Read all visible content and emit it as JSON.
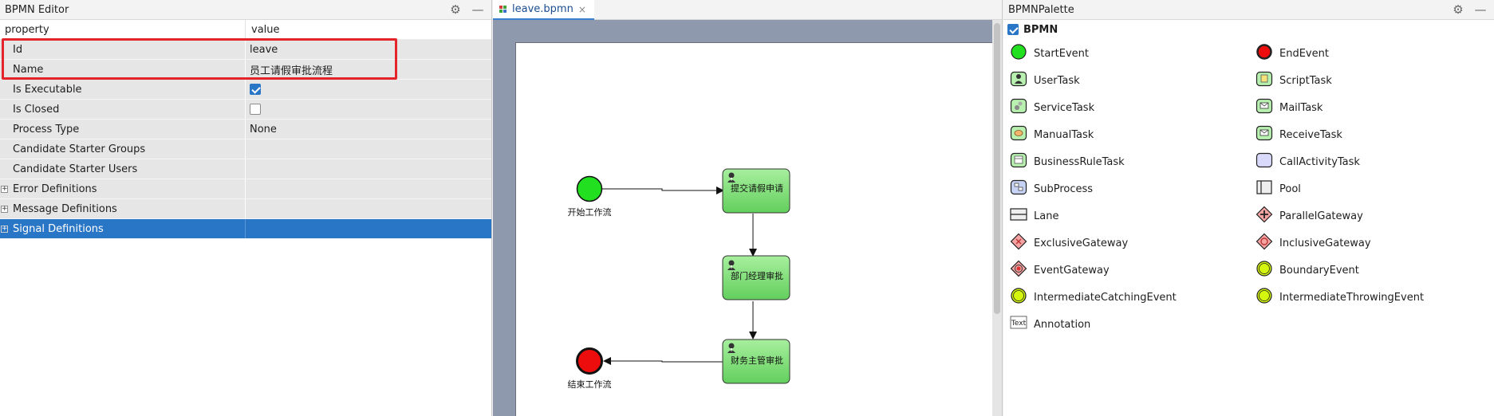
{
  "properties_panel": {
    "title": "BPMN Editor",
    "columns": {
      "property": "property",
      "value": "value"
    },
    "rows": [
      {
        "label": "Id",
        "value": "leave",
        "kind": "text"
      },
      {
        "label": "Name",
        "value": "员工请假审批流程",
        "kind": "text"
      },
      {
        "label": "Is Executable",
        "kind": "checkbox",
        "checked": true
      },
      {
        "label": "Is Closed",
        "kind": "checkbox",
        "checked": false
      },
      {
        "label": "Process Type",
        "value": "None",
        "kind": "text"
      },
      {
        "label": "Candidate Starter Groups",
        "value": "",
        "kind": "text"
      },
      {
        "label": "Candidate Starter Users",
        "value": "",
        "kind": "text"
      },
      {
        "label": "Error Definitions",
        "kind": "group",
        "expander": "+"
      },
      {
        "label": "Message Definitions",
        "kind": "group",
        "expander": "+"
      },
      {
        "label": "Signal Definitions",
        "kind": "group",
        "expander": "+",
        "selected": true
      }
    ]
  },
  "editor": {
    "tab_label": "leave.bpmn",
    "tab_close": "×",
    "diagram": {
      "start_event_label": "开始工作流",
      "end_event_label": "结束工作流",
      "tasks": [
        "提交请假申请",
        "部门经理审批",
        "财务主管审批"
      ]
    }
  },
  "palette": {
    "title": "BPMNPalette",
    "group": "BPMN",
    "left_items": [
      {
        "label": "StartEvent",
        "icon": "start-event-icon"
      },
      {
        "label": "UserTask",
        "icon": "user-task-icon"
      },
      {
        "label": "ServiceTask",
        "icon": "service-task-icon"
      },
      {
        "label": "ManualTask",
        "icon": "manual-task-icon"
      },
      {
        "label": "BusinessRuleTask",
        "icon": "business-rule-task-icon"
      },
      {
        "label": "SubProcess",
        "icon": "subprocess-icon"
      },
      {
        "label": "Lane",
        "icon": "lane-icon"
      },
      {
        "label": "ExclusiveGateway",
        "icon": "exclusive-gateway-icon"
      },
      {
        "label": "EventGateway",
        "icon": "event-gateway-icon"
      },
      {
        "label": "IntermediateCatchingEvent",
        "icon": "intermediate-catching-event-icon"
      },
      {
        "label": "Annotation",
        "icon": "annotation-icon",
        "icon_text": "Text"
      }
    ],
    "right_items": [
      {
        "label": "EndEvent",
        "icon": "end-event-icon"
      },
      {
        "label": "ScriptTask",
        "icon": "script-task-icon"
      },
      {
        "label": "MailTask",
        "icon": "mail-task-icon"
      },
      {
        "label": "ReceiveTask",
        "icon": "receive-task-icon"
      },
      {
        "label": "CallActivityTask",
        "icon": "call-activity-task-icon"
      },
      {
        "label": "Pool",
        "icon": "pool-icon"
      },
      {
        "label": "ParallelGateway",
        "icon": "parallel-gateway-icon"
      },
      {
        "label": "InclusiveGateway",
        "icon": "inclusive-gateway-icon"
      },
      {
        "label": "BoundaryEvent",
        "icon": "boundary-event-icon"
      },
      {
        "label": "IntermediateThrowingEvent",
        "icon": "intermediate-throwing-event-icon"
      }
    ]
  },
  "colors": {
    "selection": "#2a76c6",
    "task_fill": "#7ddb78",
    "start_fill": "#22e01f",
    "end_fill": "#ee0d0d",
    "highlight_box": "#e3242b"
  }
}
